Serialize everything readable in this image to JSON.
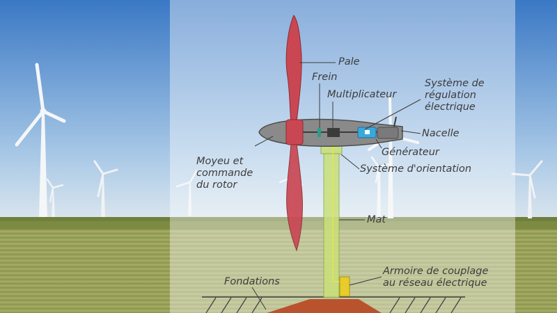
{
  "labels": {
    "pale": "Pale",
    "frein": "Frein",
    "multiplicateur": "Multiplicateur",
    "regulation": "Système de\nrégulation\nélectrique",
    "nacelle": "Nacelle",
    "generateur": "Générateur",
    "orientation": "Système d'orientation",
    "moyeu": "Moyeu et\ncommande\ndu rotor",
    "mat": "Mat",
    "armoire": "Armoire de couplage\nau réseau électrique",
    "fondations": "Fondations"
  },
  "colors": {
    "sky_top": "#3f7ec8",
    "sky_bottom": "#c9dcec",
    "field": "#98a05a",
    "blade": "#c94753",
    "nacelle": "#8a8a8a",
    "mast": "#c9e07a",
    "generator": "#39a9dd",
    "armoire": "#e7cc2a",
    "foundation": "#b8532e",
    "overlay": "#ffffff"
  }
}
